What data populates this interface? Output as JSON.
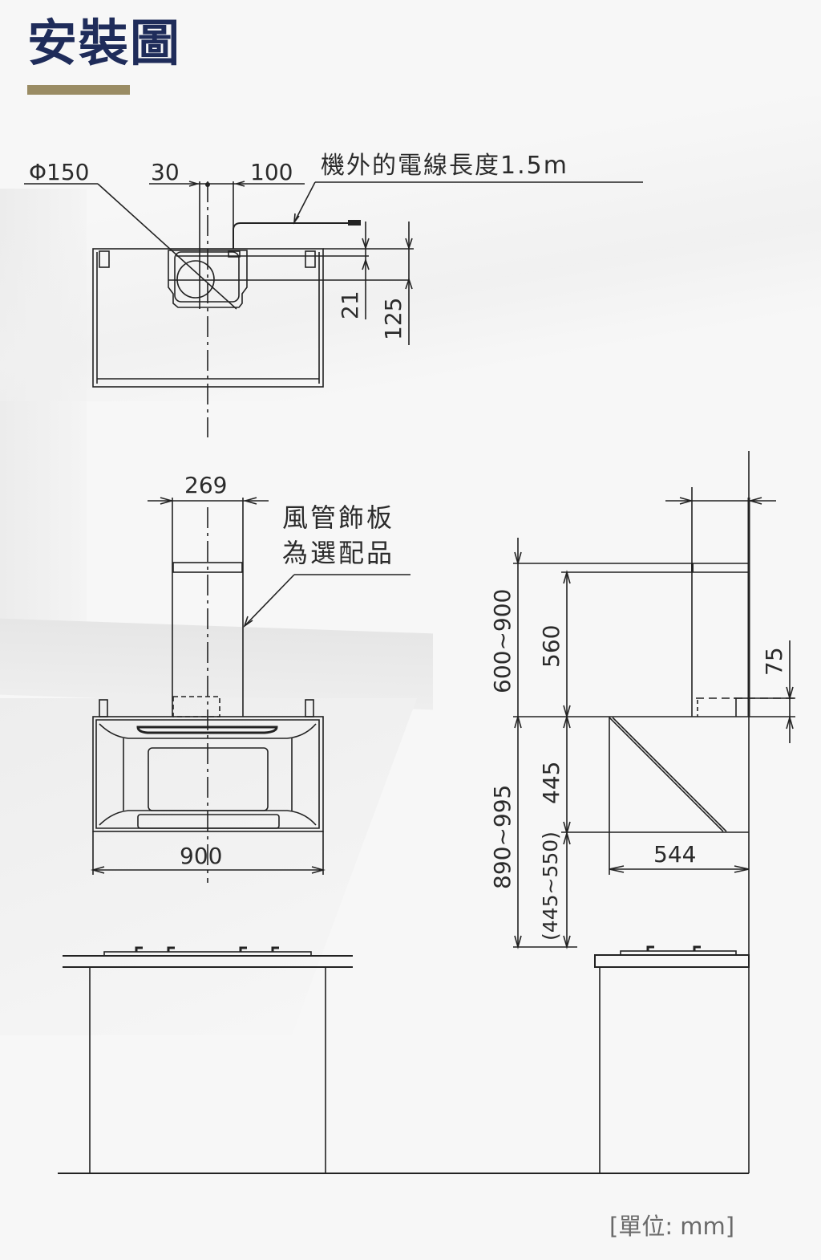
{
  "header": {
    "title": "安裝圖",
    "accent_color": "#9a8c64",
    "title_color": "#1f2c5a"
  },
  "top_view": {
    "duct_diameter": "Φ150",
    "offset_left": "30",
    "offset_right": "100",
    "cable_note": "機外的電線長度1.5m",
    "dim_small": "21",
    "dim_large": "125"
  },
  "front_view": {
    "duct_cover_width": "269",
    "duct_cover_note_line1": "風管飾板",
    "duct_cover_note_line2": "為選配品",
    "hood_width": "900"
  },
  "side_view": {
    "duct_height_range": "600~900",
    "duct_height": "560",
    "bracket_height": "75",
    "mount_height_range": "890~995",
    "hood_height": "445",
    "clearance_range": "(445~550)",
    "hood_depth": "544"
  },
  "footer": {
    "unit_label": "[單位: mm]"
  }
}
